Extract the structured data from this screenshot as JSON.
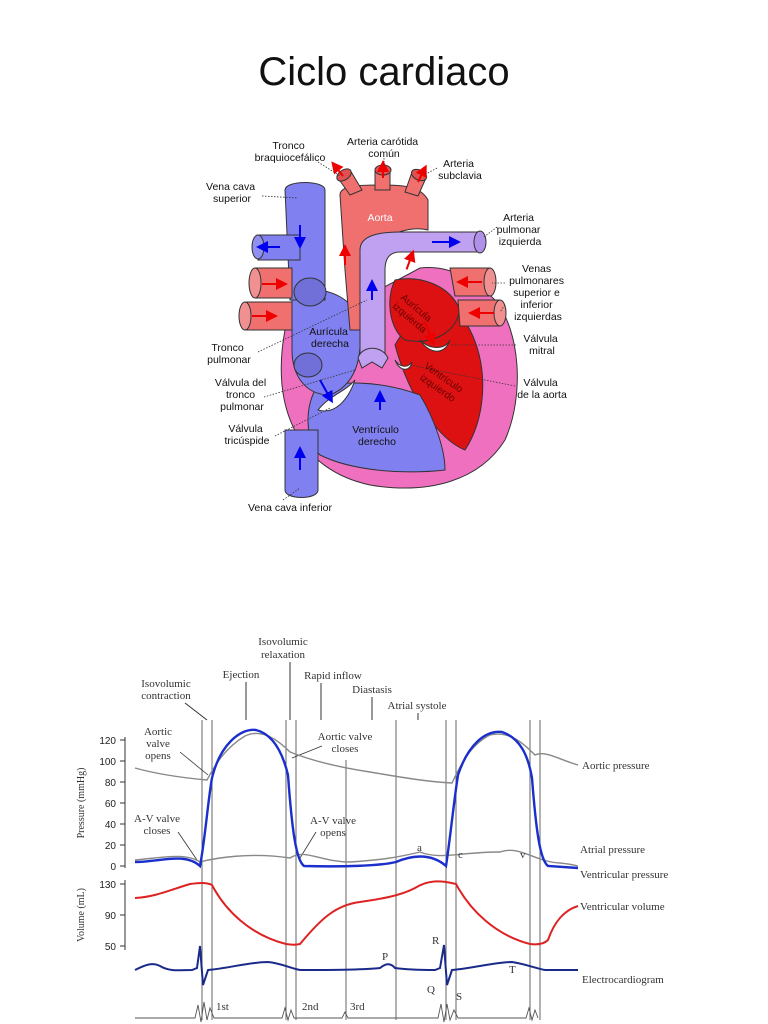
{
  "page": {
    "title": "Ciclo cardiaco"
  },
  "heart": {
    "labels": {
      "tronco_braquio": [
        "Tronco",
        "braquiocefálico"
      ],
      "carotida": [
        "Arteria carótida",
        "común"
      ],
      "subclavia": [
        "Arteria",
        "subclavia"
      ],
      "vena_cava_sup": [
        "Vena cava",
        "superior"
      ],
      "aorta": "Aorta",
      "arteria_pulmonar": [
        "Arteria",
        "pulmonar",
        "izquierda"
      ],
      "venas_pulmonares": [
        "Venas",
        "pulmonares",
        "superior e",
        "inferior",
        "izquierdas"
      ],
      "tronco_pulmonar": [
        "Tronco",
        "pulmonar"
      ],
      "auricula_derecha": [
        "Aurícula",
        "derecha"
      ],
      "auricula_izquierda": [
        "Aurícula",
        "izquierda"
      ],
      "valvula_mitral": [
        "Válvula",
        "mitral"
      ],
      "valvula_tronco": [
        "Válvula del",
        "tronco",
        "pulmonar"
      ],
      "ventriculo_izq": [
        "Ventrículo",
        "izquierdo"
      ],
      "valvula_aorta": [
        "Válvula",
        "de la aorta"
      ],
      "valvula_tricuspide": [
        "Válvula",
        "tricúspide"
      ],
      "ventriculo_der": [
        "Ventrículo",
        "derecho"
      ],
      "vena_cava_inf": "Vena cava inferior"
    },
    "colors": {
      "oxygenated": "#f07070",
      "deoxygenated": "#8080f0",
      "pulmonary_artery": "#c0a0f0",
      "left_ventricle": "#dd1111",
      "myocardium": "#f070c0",
      "arrow_red": "#ee0000",
      "arrow_blue": "#0000ee"
    }
  },
  "wiggers": {
    "phases": [
      "Isovolumic",
      "contraction",
      "Ejection",
      "Isovolumic",
      "relaxation",
      "Rapid inflow",
      "Diastasis",
      "Atrial systole"
    ],
    "events": {
      "aortic_opens": [
        "Aortic",
        "valve",
        "opens"
      ],
      "aortic_closes": [
        "Aortic valve",
        "closes"
      ],
      "av_closes": [
        "A-V valve",
        "closes"
      ],
      "av_opens": [
        "A-V valve",
        "opens"
      ]
    },
    "wave_letters": {
      "a": "a",
      "c": "c",
      "v": "v",
      "P": "P",
      "R": "R",
      "Q": "Q",
      "S": "S",
      "T": "T"
    },
    "series_labels": [
      "Aortic pressure",
      "Atrial pressure",
      "Ventricular pressure",
      "Ventricular volume",
      "Electrocardiogram"
    ],
    "sound_labels": [
      "1st",
      "2nd",
      "3rd"
    ],
    "pressure_axis": {
      "label": "Pressure (mmHg)",
      "ticks": [
        "120",
        "100",
        "80",
        "60",
        "40",
        "20",
        "0"
      ]
    },
    "volume_axis": {
      "label": "Volume (mL)",
      "ticks": [
        "130",
        "90",
        "50"
      ]
    },
    "colors": {
      "aortic": "#888888",
      "ventricular_pressure": "#1a2fcc",
      "ventricular_volume": "#dd2222",
      "ecg": "#1a2a8a"
    }
  }
}
